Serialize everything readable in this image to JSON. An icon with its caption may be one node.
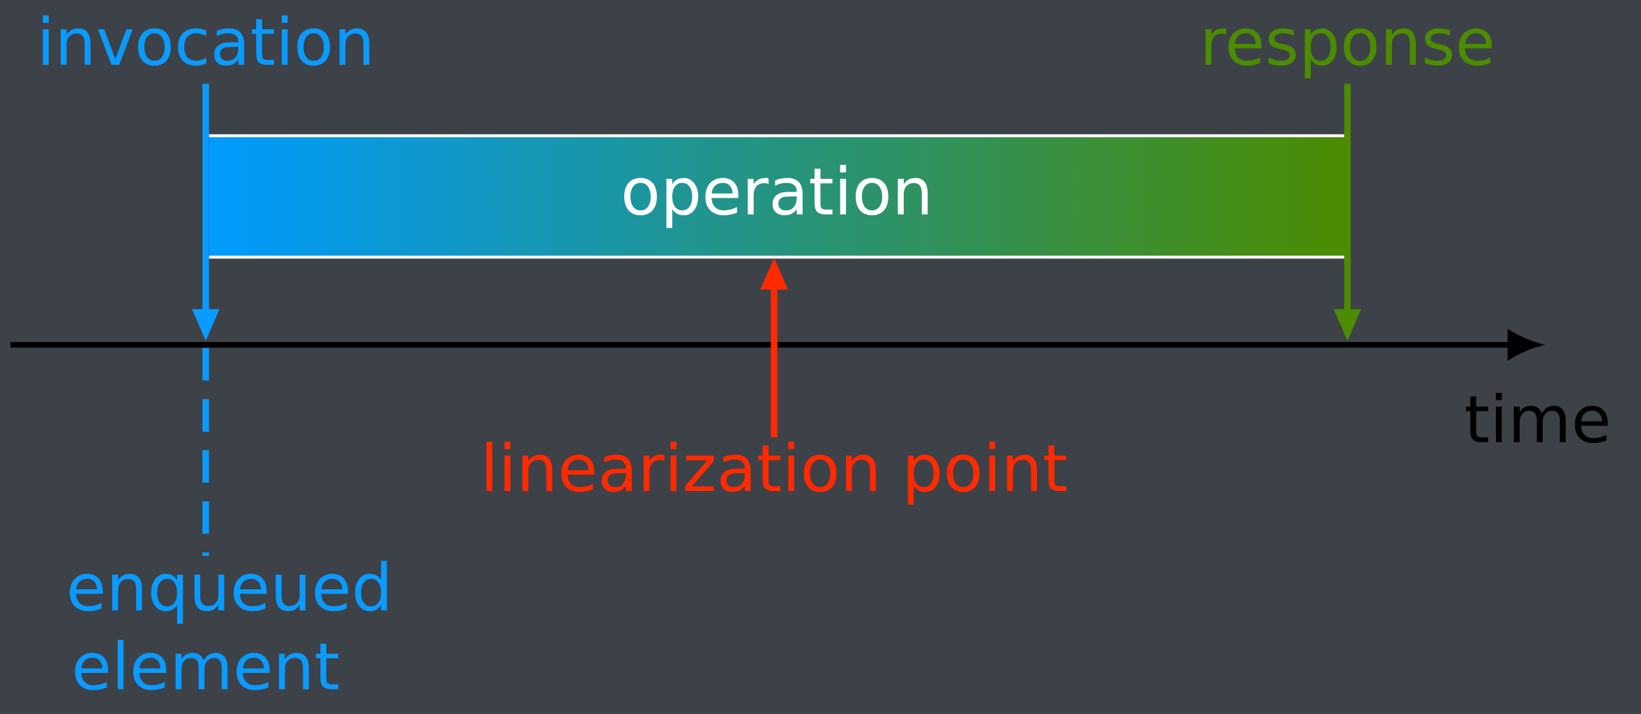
{
  "diagram": {
    "nodes": [
      {
        "text": [
          "invocation"
        ]
      },
      {
        "text": [
          "operation"
        ]
      },
      {
        "text": [
          "response"
        ]
      },
      {
        "text": [
          "linearization point"
        ]
      },
      {
        "text": [
          "enqueued element"
        ]
      },
      {
        "text": [],
        "shape": "arrow"
      }
    ],
    "edges": [
      {
        "from": 0,
        "to": 5,
        "arrow": "to",
        "color": "#0a9bff"
      },
      {
        "from": 2,
        "to": 5,
        "arrow": "to",
        "color": "#4b8c00"
      },
      {
        "from": 3,
        "to": 1,
        "arrow": "to",
        "color": "#ff2a00"
      },
      {
        "from": 5,
        "to": 4,
        "arrow": "none",
        "style": "dashed",
        "color": "#0a9bff"
      }
    ],
    "labels": [
      "time"
    ]
  }
}
